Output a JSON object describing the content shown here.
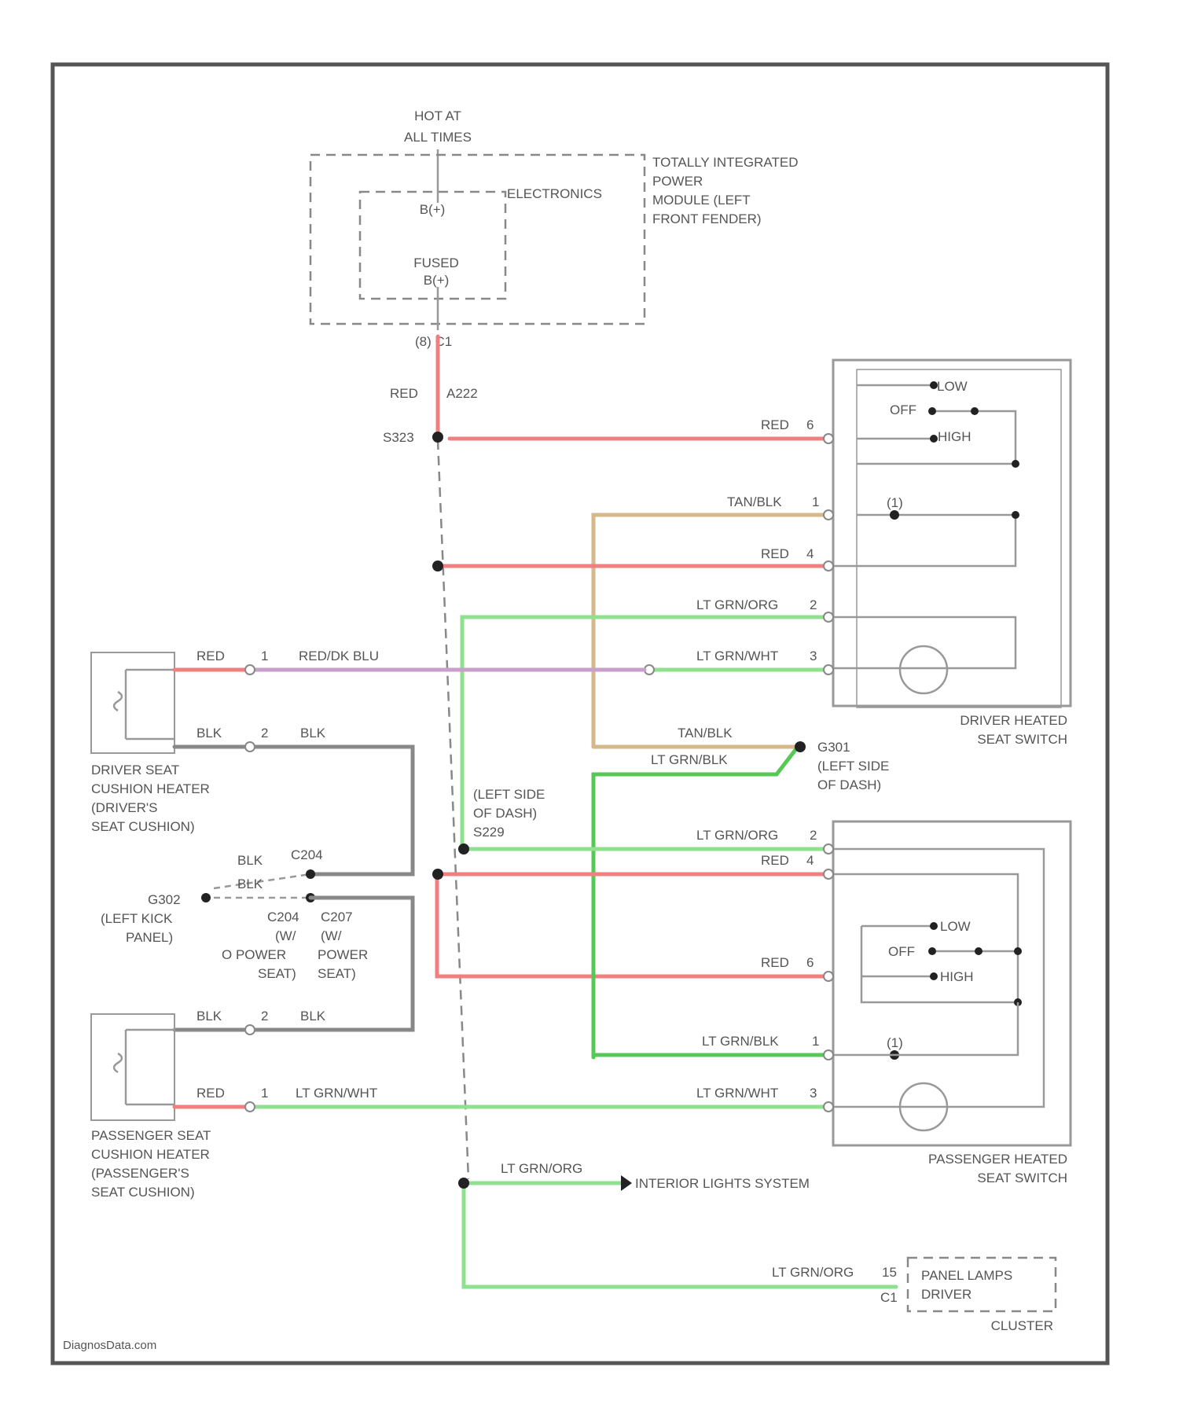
{
  "power_source": {
    "hot_line1": "HOT AT",
    "hot_line2": "ALL TIMES",
    "module_label": [
      "TOTALLY INTEGRATED",
      "POWER",
      "MODULE (LEFT",
      "FRONT FENDER)"
    ],
    "electronics_label": "ELECTRONICS",
    "bplus": "B(+)",
    "fused1": "FUSED",
    "fused2": "B(+)",
    "connector": "(8) C1"
  },
  "feed": {
    "color": "RED",
    "circuit": "A222",
    "splice": "S323"
  },
  "driver_switch": {
    "title": [
      "DRIVER HEATED",
      "SEAT SWITCH"
    ],
    "low": "LOW",
    "off": "OFF",
    "high": "HIGH",
    "led": "(1)",
    "wires": [
      {
        "color": "RED",
        "pin": "6"
      },
      {
        "color": "TAN/BLK",
        "pin": "1"
      },
      {
        "color": "RED",
        "pin": "4"
      },
      {
        "color": "LT GRN/ORG",
        "pin": "2"
      },
      {
        "color": "LT GRN/WHT",
        "pin": "3"
      }
    ]
  },
  "driver_heater": {
    "title": [
      "DRIVER SEAT",
      "CUSHION HEATER",
      "(DRIVER'S",
      "SEAT CUSHION)"
    ],
    "pin1": {
      "color": "RED",
      "pin": "1",
      "far_color": "RED/DK BLU"
    },
    "pin2": {
      "color": "BLK",
      "pin": "2",
      "far_color": "BLK"
    }
  },
  "ground_splice": {
    "id": "G301",
    "label": [
      "(LEFT SIDE",
      "OF DASH)"
    ],
    "wire1": "TAN/BLK",
    "wire2": "LT GRN/BLK"
  },
  "dash_splice": {
    "label": [
      "(LEFT SIDE",
      "OF DASH)",
      "S229"
    ]
  },
  "ground": {
    "id": "G302",
    "label": [
      "(LEFT KICK",
      "PANEL)"
    ],
    "blk1": "BLK",
    "blk2": "BLK",
    "c2": "C204",
    "c3": [
      "C204",
      "(W/",
      "O POWER",
      "SEAT)"
    ],
    "c4": [
      "C207",
      "(W/",
      "POWER",
      "SEAT)"
    ]
  },
  "passenger_switch": {
    "title": [
      "PASSENGER HEATED",
      "SEAT SWITCH"
    ],
    "low": "LOW",
    "off": "OFF",
    "high": "HIGH",
    "led": "(1)",
    "wires": [
      {
        "color": "LT GRN/ORG",
        "pin": "2"
      },
      {
        "color": "RED",
        "pin": "4"
      },
      {
        "color": "RED",
        "pin": "6"
      },
      {
        "color": "LT GRN/BLK",
        "pin": "1"
      },
      {
        "color": "LT GRN/WHT",
        "pin": "3"
      }
    ]
  },
  "passenger_heater": {
    "title": [
      "PASSENGER SEAT",
      "CUSHION HEATER",
      "(PASSENGER'S",
      "SEAT CUSHION)"
    ],
    "pin2": {
      "color": "BLK",
      "pin": "2",
      "far_color": "BLK"
    },
    "pin1": {
      "color": "RED",
      "pin": "1",
      "far_color": "LT GRN/WHT"
    }
  },
  "interior": {
    "wire": "LT GRN/ORG",
    "label": "INTERIOR LIGHTS SYSTEM"
  },
  "cluster": {
    "wire": "LT GRN/ORG",
    "pin": "15",
    "conn": "C1",
    "driver": [
      "PANEL LAMPS",
      "DRIVER"
    ],
    "title": "CLUSTER"
  },
  "watermark": "DiagnosData.com",
  "colors": {
    "red": "#f08080",
    "lt_green": "#8fe08f",
    "green": "#55c855",
    "tan": "#d6b98a",
    "gray": "#888888"
  }
}
